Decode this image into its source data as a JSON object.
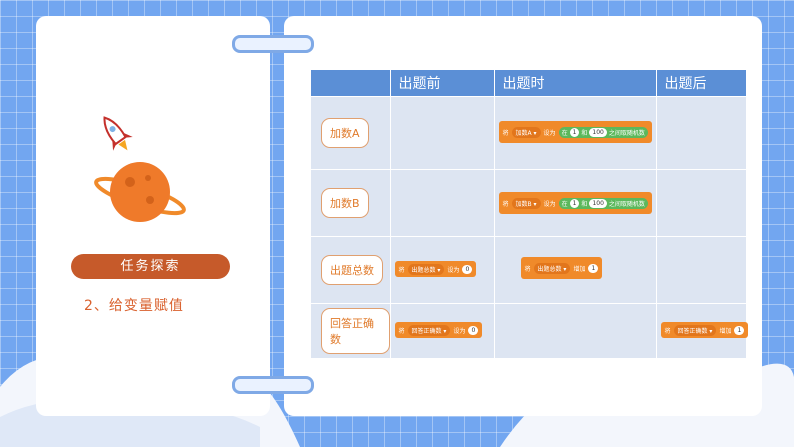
{
  "left": {
    "task_pill": "任务探索",
    "subtitle": "2、给变量赋值"
  },
  "table": {
    "headers": [
      "",
      "出题前",
      "出题时",
      "出题后"
    ],
    "rows": [
      {
        "label": "加数A",
        "during": {
          "prefix": "将",
          "var": "加数A ▾",
          "set": "设为",
          "in": "在",
          "n1": "1",
          "and": "和",
          "n2": "100",
          "suffix": "之间取随机数"
        }
      },
      {
        "label": "加数B",
        "during": {
          "prefix": "将",
          "var": "加数B ▾",
          "set": "设为",
          "in": "在",
          "n1": "1",
          "and": "和",
          "n2": "100",
          "suffix": "之间取随机数"
        }
      },
      {
        "label": "出题总数",
        "before": {
          "prefix": "将",
          "var": "出题总数 ▾",
          "set": "设为",
          "n": "0"
        },
        "during": {
          "prefix": "将",
          "var": "出题总数 ▾",
          "op": "增加",
          "n": "1"
        }
      },
      {
        "label": "回答正确数",
        "before": {
          "prefix": "将",
          "var": "回答正确数 ▾",
          "set": "设为",
          "n": "0"
        },
        "after": {
          "prefix": "将",
          "var": "回答正确数 ▾",
          "op": "增加",
          "n": "1"
        }
      }
    ]
  },
  "colors": {
    "accent": "#c65a2a",
    "header": "#5b8fd6",
    "block": "#f08a2a"
  }
}
